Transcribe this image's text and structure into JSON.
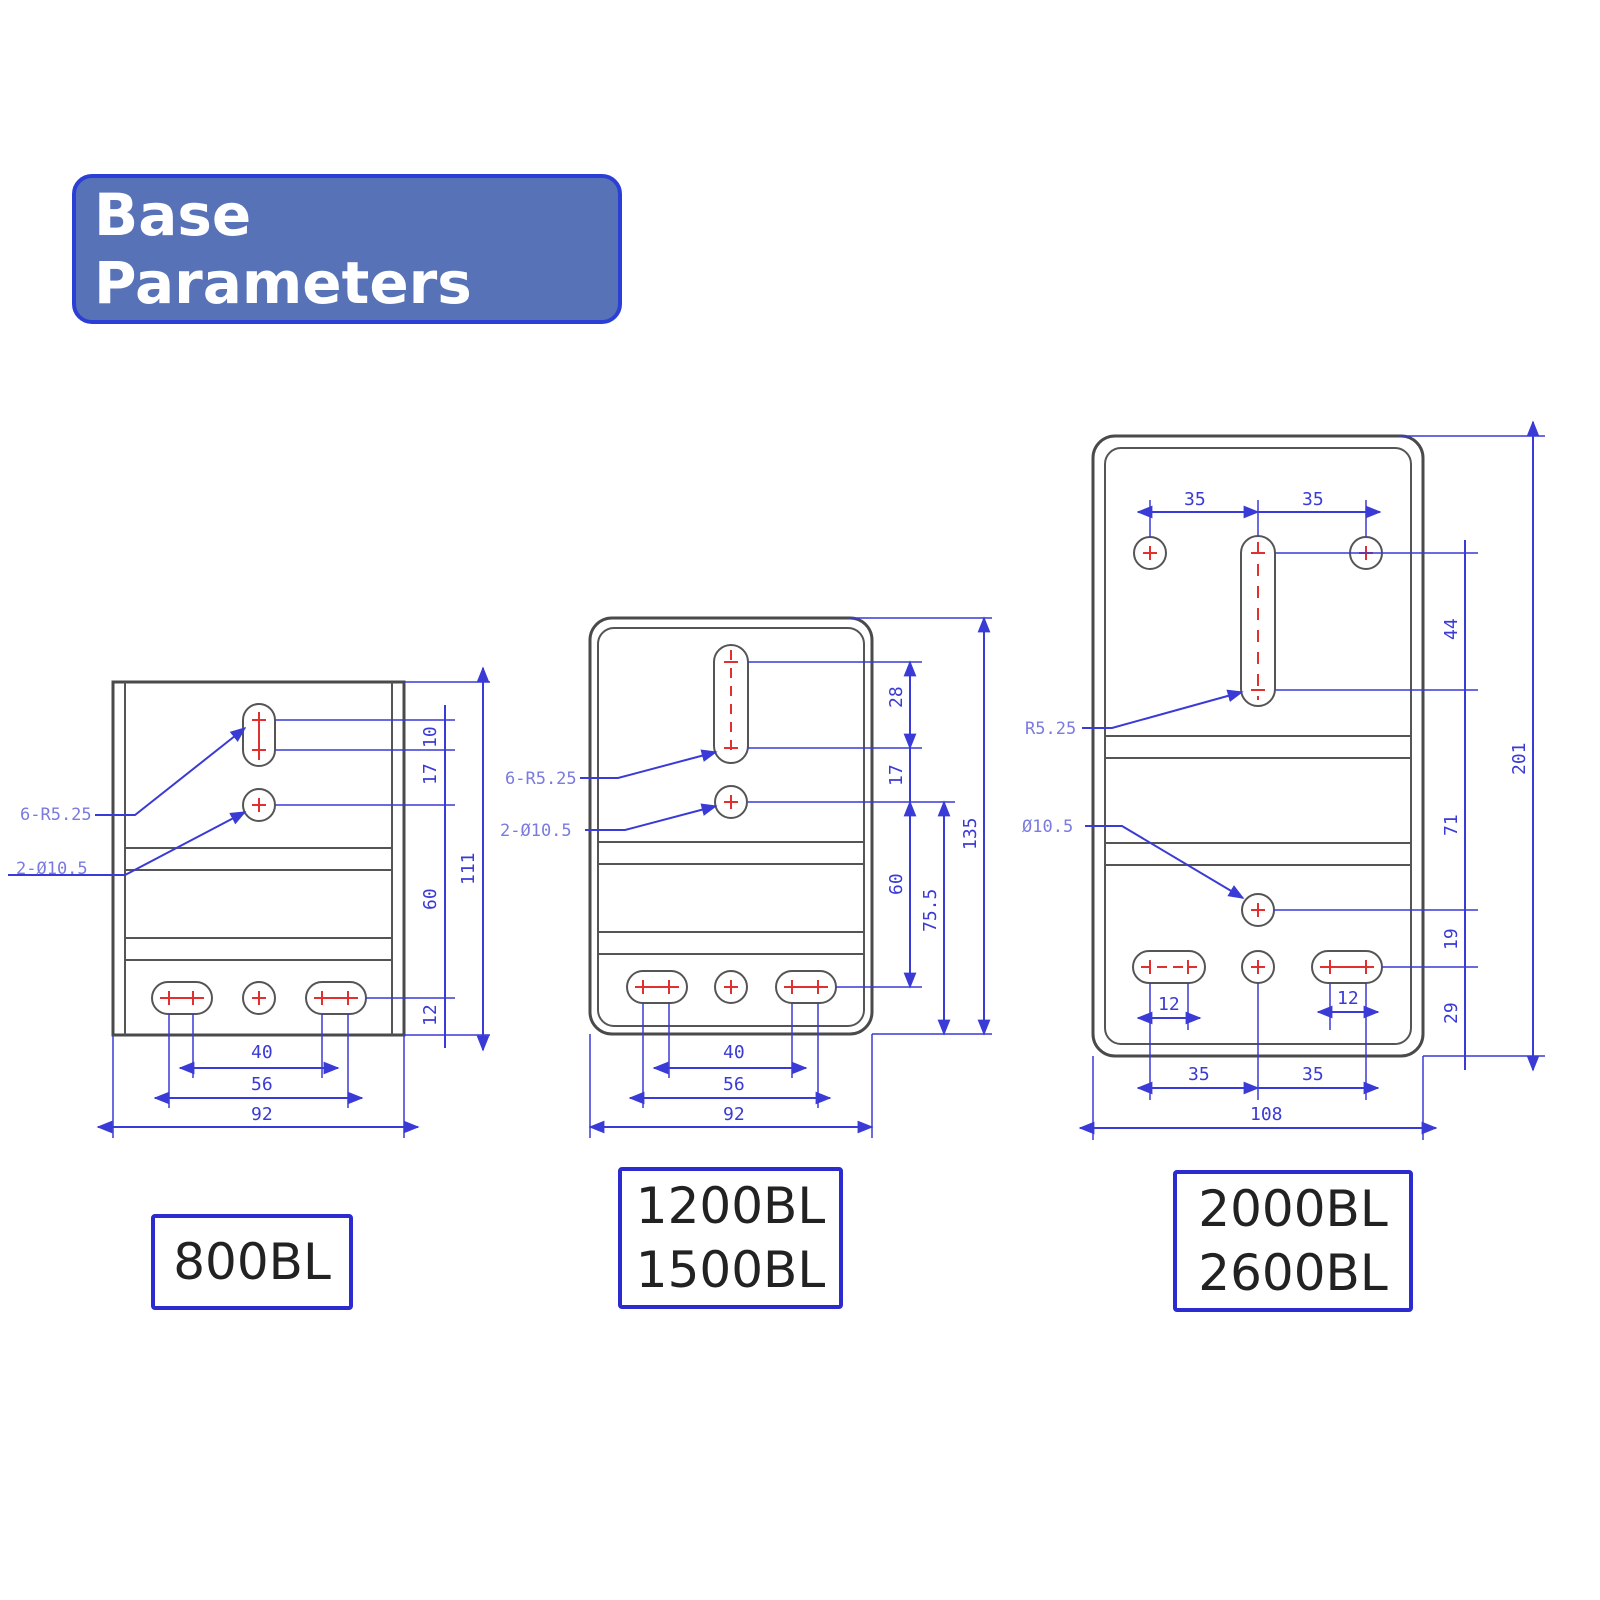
{
  "title": "Base Parameters",
  "models": [
    {
      "lines": [
        "800BL"
      ]
    },
    {
      "lines": [
        "1200BL",
        "1500BL"
      ]
    },
    {
      "lines": [
        "2000BL",
        "2600BL"
      ]
    }
  ],
  "drawing_800": {
    "callout_slot": "6-R5.25",
    "callout_hole": "2-Ø10.5",
    "dims": {
      "d10": "10",
      "d17": "17",
      "d60": "60",
      "d12": "12",
      "d111": "111",
      "d40": "40",
      "d56": "56",
      "d92": "92"
    }
  },
  "drawing_1200": {
    "callout_slot": "6-R5.25",
    "callout_hole": "2-Ø10.5",
    "dims": {
      "d28": "28",
      "d17": "17",
      "d60": "60",
      "d75": "75.5",
      "d135": "135",
      "d40": "40",
      "d56": "56",
      "d92": "92"
    }
  },
  "drawing_2000": {
    "callout_slot": "R5.25",
    "callout_hole": "Ø10.5",
    "dims": {
      "top35a": "35",
      "top35b": "35",
      "d44": "44",
      "d71": "71",
      "d19": "19",
      "d29": "29",
      "d201": "201",
      "d12a": "12",
      "d12b": "12",
      "bot35a": "35",
      "bot35b": "35",
      "d108": "108"
    }
  }
}
